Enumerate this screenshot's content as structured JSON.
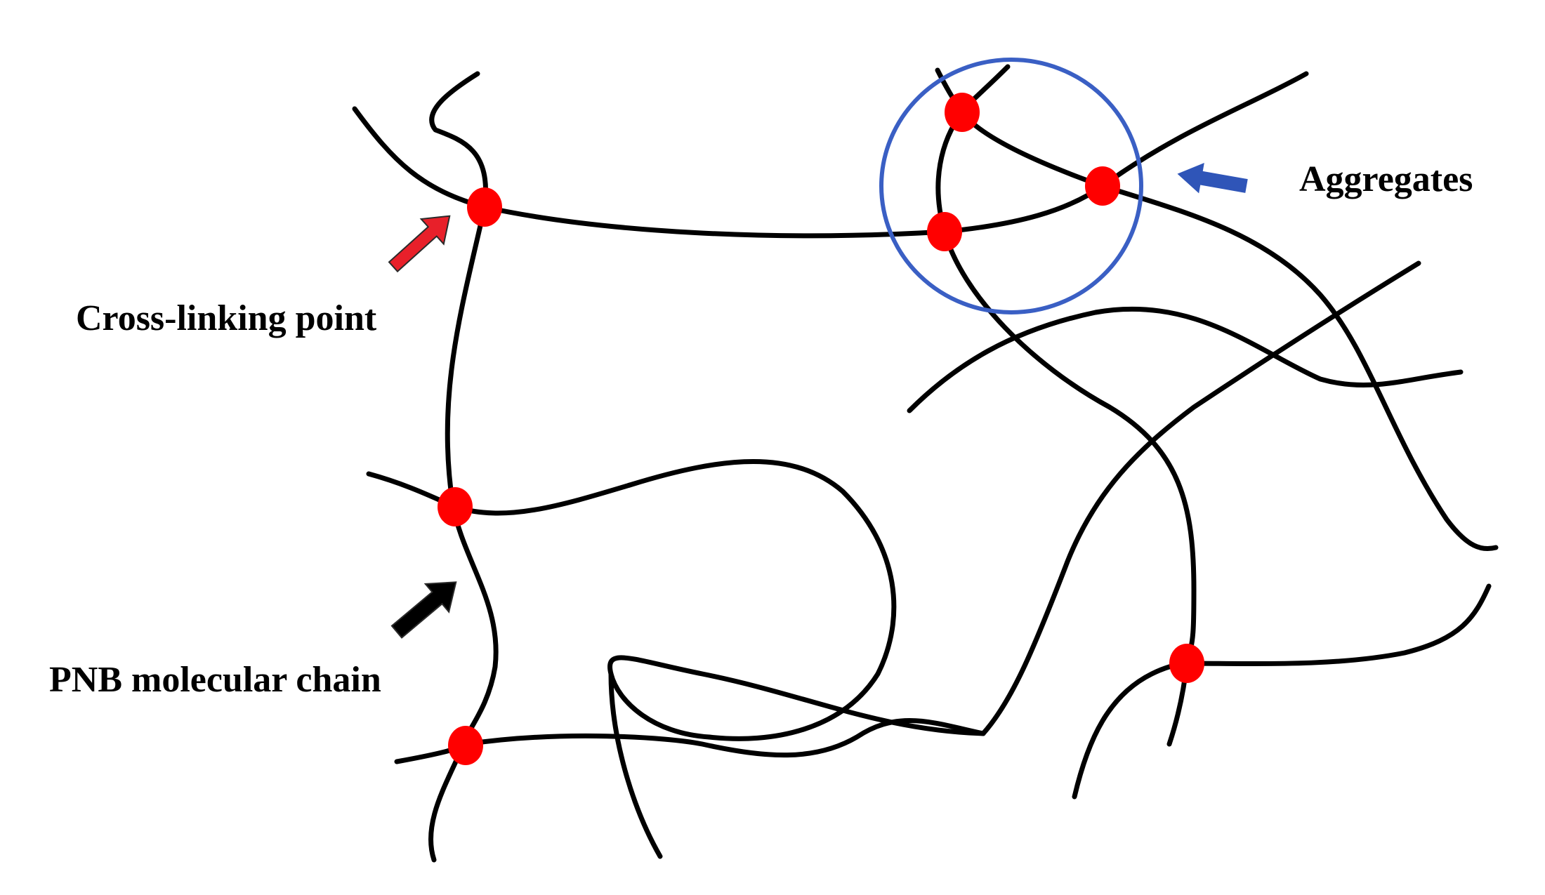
{
  "labels": {
    "cross_linking": "Cross-linking point",
    "pnb_chain": "PNB molecular chain",
    "aggregates": "Aggregates"
  },
  "colors": {
    "chain": "#000000",
    "crosslink_point": "#ff0000",
    "aggregate_circle": "#3a5fc4",
    "arrow_red": "#e8202a",
    "arrow_blue": "#2f55b8",
    "arrow_black": "#000000"
  },
  "icons": {
    "crosslink_marker": "red-dot",
    "aggregate_marker": "blue-circle",
    "pointer": "block-arrow"
  }
}
